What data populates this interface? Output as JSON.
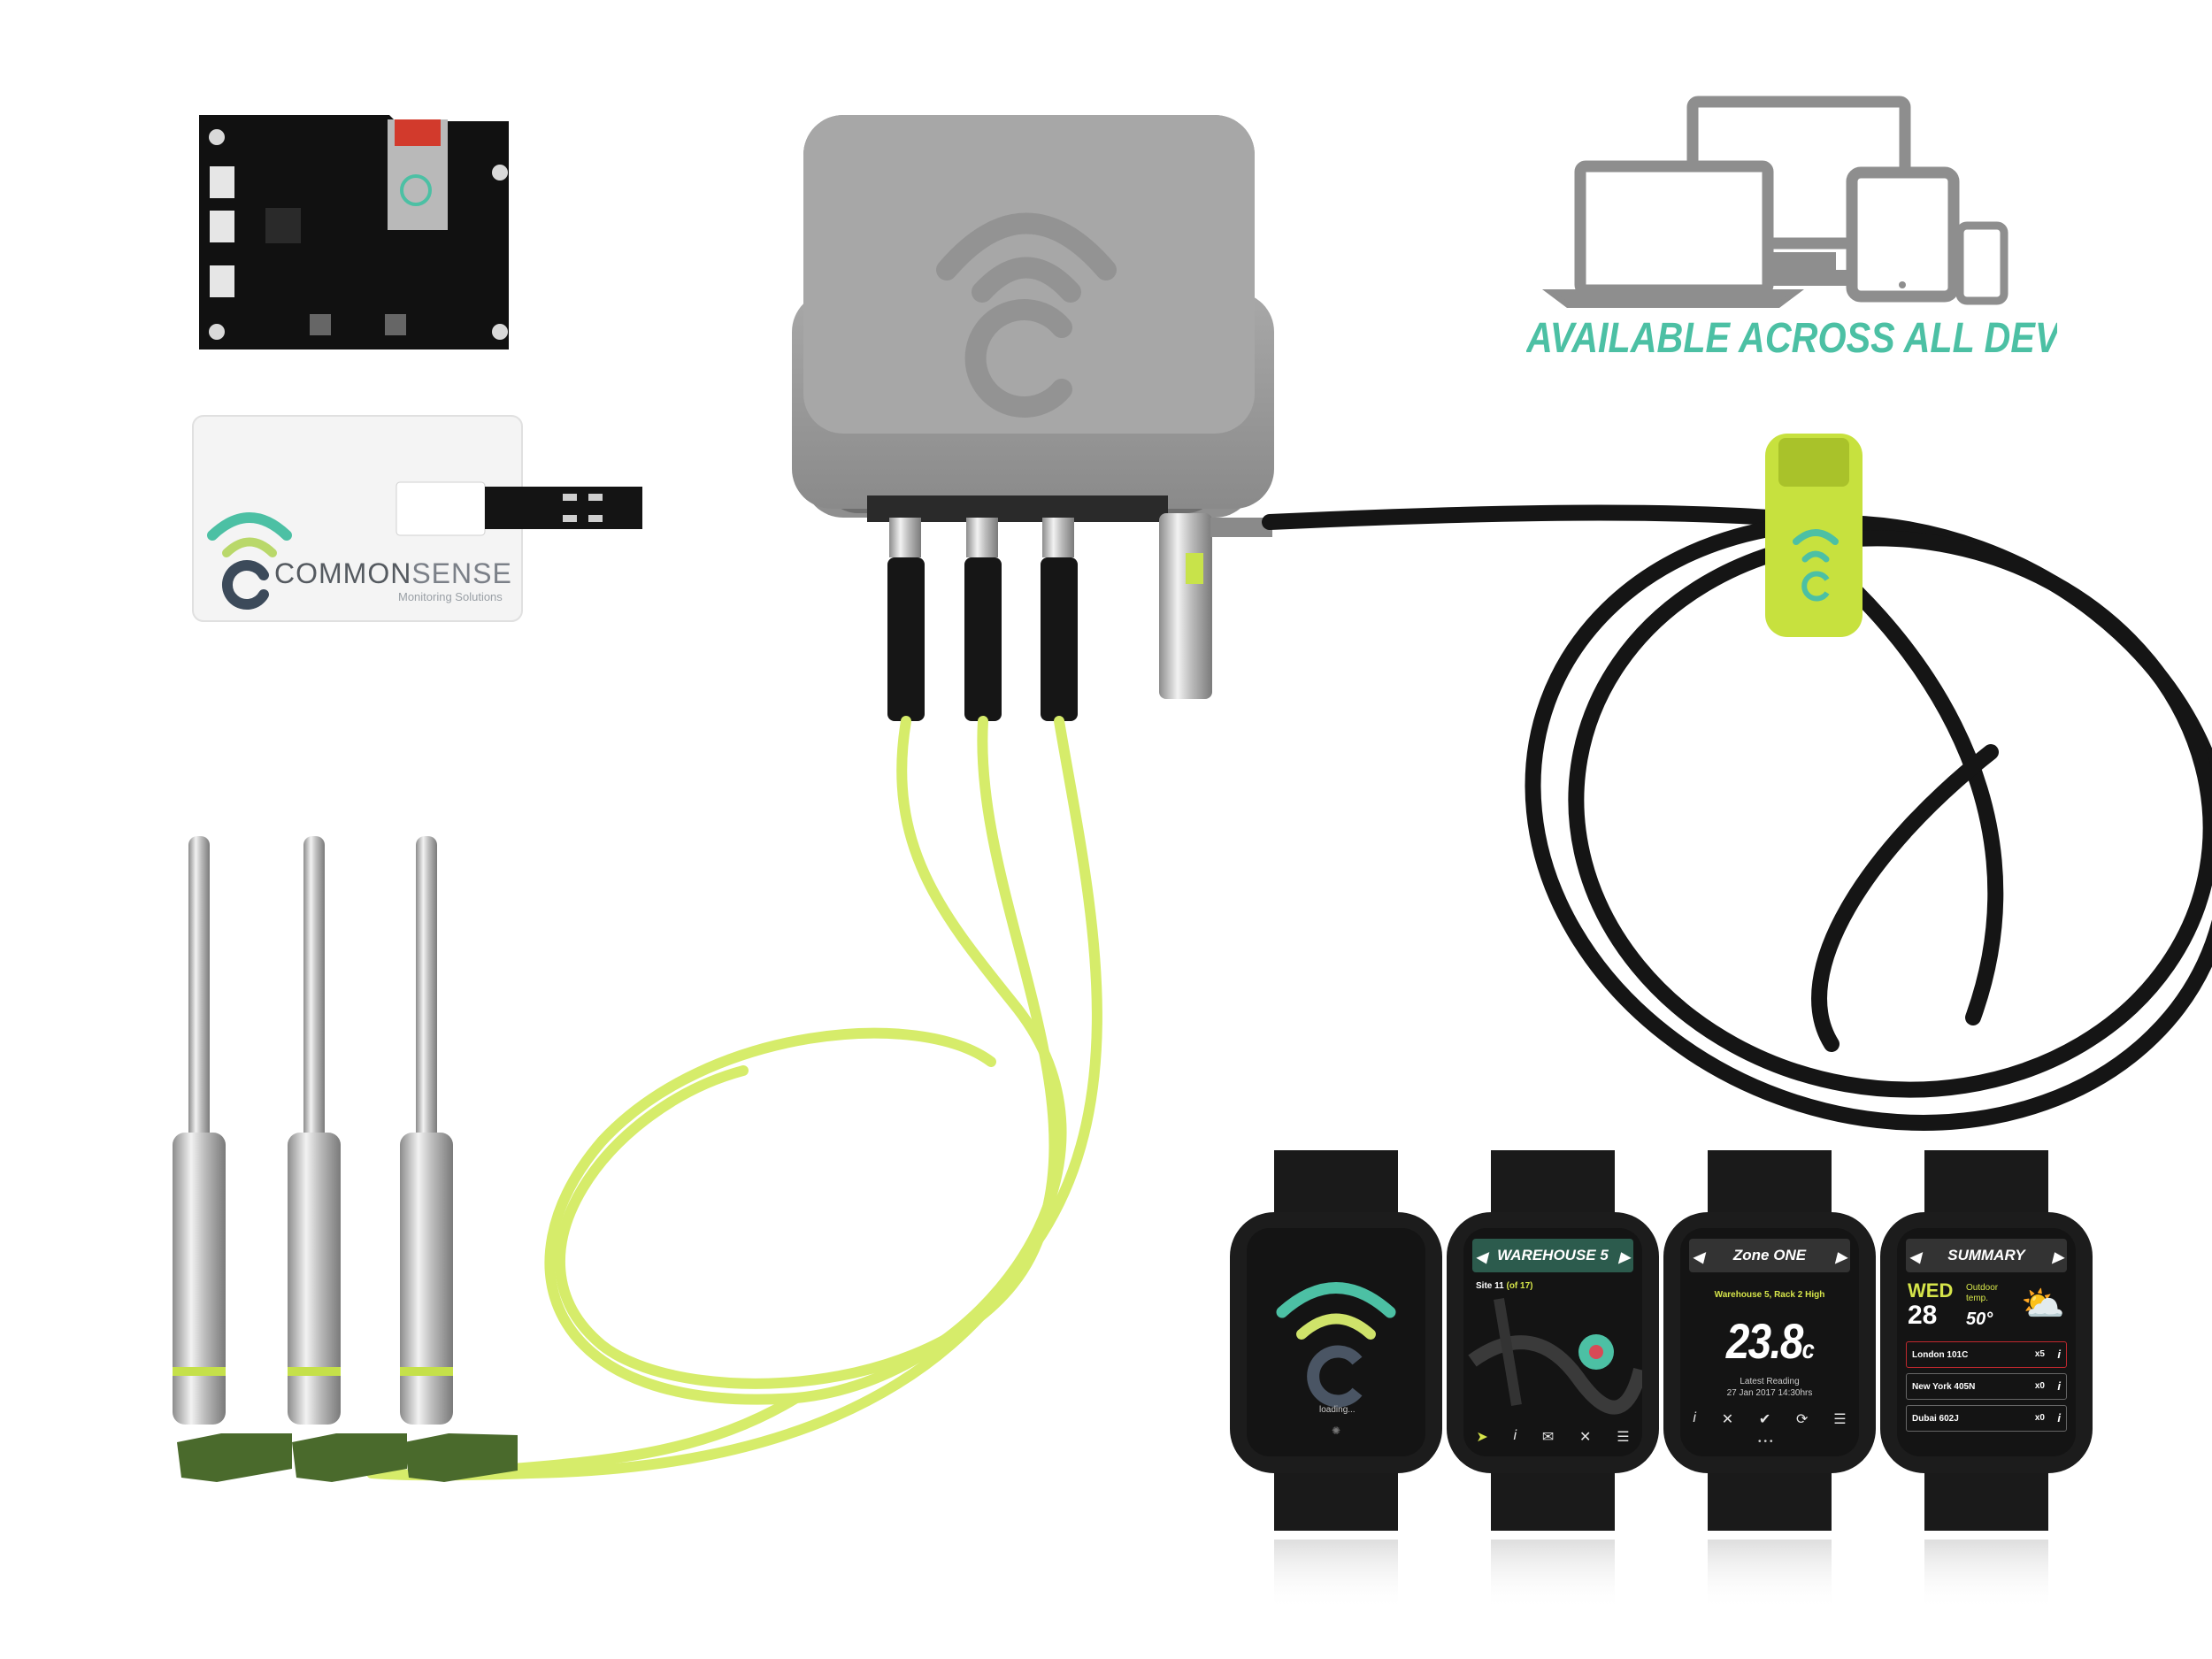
{
  "headline": "AVAILABLE ACROSS ALL DEVICES",
  "colors": {
    "brand_teal": "#4cc0a4",
    "cable_yellow_green": "#d9ef6f",
    "hub_grey": "#9b9b9b",
    "background": "#ffffff"
  },
  "usb_card": {
    "brand_light": "COMMON",
    "brand_bold": "SENSE",
    "tagline": "Monitoring Solutions"
  },
  "watches": [
    {
      "screen": "loading",
      "status": "loading..."
    },
    {
      "screen": "map",
      "title": "WAREHOUSE 5",
      "site_label": "Site 11",
      "site_of": "(of 17)"
    },
    {
      "screen": "zone",
      "title": "Zone ONE",
      "location": "Warehouse 5, Rack 2 High",
      "temperature": "23.8",
      "unit": "c",
      "reading_label": "Latest Reading",
      "reading_time": "27 Jan 2017 14:30hrs"
    },
    {
      "screen": "summary",
      "title": "SUMMARY",
      "day": "WED",
      "date": "28",
      "outdoor_label": "Outdoor",
      "outdoor_label2": "temp.",
      "outdoor_temp": "50°",
      "rows": [
        {
          "name": "London 101C",
          "count": "x5"
        },
        {
          "name": "New York 405N",
          "count": "x0"
        },
        {
          "name": "Dubai 602J",
          "count": "x0"
        }
      ]
    }
  ],
  "icons": [
    "laptop-icon",
    "desktop-monitor-icon",
    "tablet-icon",
    "phone-icon",
    "wifi-c-logo-icon"
  ]
}
